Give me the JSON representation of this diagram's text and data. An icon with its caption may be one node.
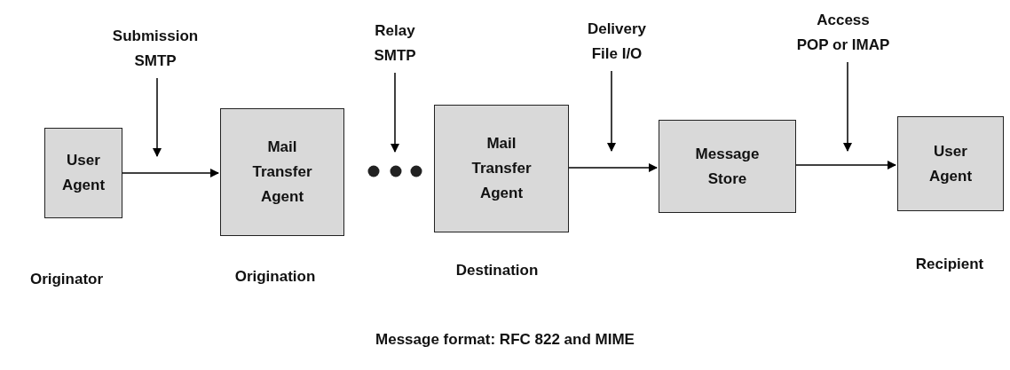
{
  "diagram": {
    "caption": "Message format: RFC 822 and MIME",
    "nodes": [
      {
        "text": [
          "User Agent"
        ],
        "beside": [
          "Originator"
        ]
      },
      {
        "text": [
          "Mail Transfer Agent"
        ],
        "beside": [
          "Origination"
        ]
      },
      {
        "text": [
          "Mail Transfer Agent"
        ],
        "beside": [
          "Destination"
        ]
      },
      {
        "text": [
          "Message Store"
        ]
      },
      {
        "text": [
          "User Agent"
        ],
        "beside": [
          "Recipient"
        ]
      },
      {
        "text": [
          "Submission",
          "SMTP"
        ]
      },
      {
        "text": [
          "Relay",
          "SMTP"
        ]
      },
      {
        "text": [
          "Delivery",
          "File I/O"
        ]
      },
      {
        "text": [
          "Access",
          "POP or IMAP"
        ]
      },
      {
        "text": [],
        "shape": "dots"
      }
    ],
    "edges": [
      {
        "from": 0,
        "to": 1,
        "arrow": "to"
      },
      {
        "from": 2,
        "to": 3,
        "arrow": "to"
      },
      {
        "from": 3,
        "to": 4,
        "arrow": "to"
      },
      {
        "from": 5,
        "to": null,
        "arrow": "to"
      },
      {
        "from": 6,
        "to": 9,
        "arrow": "to"
      },
      {
        "from": 7,
        "to": null,
        "arrow": "to"
      },
      {
        "from": 8,
        "to": null,
        "arrow": "to"
      }
    ]
  }
}
